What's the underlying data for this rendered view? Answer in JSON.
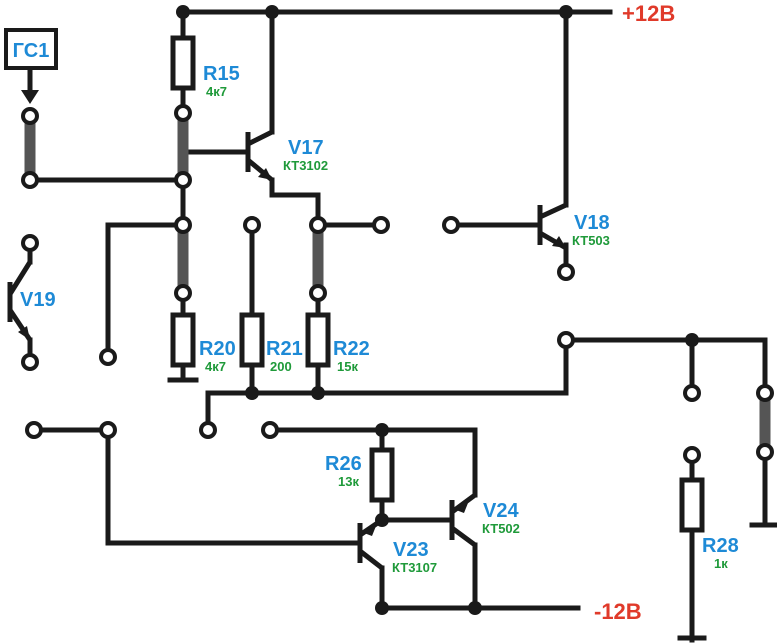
{
  "power": {
    "positive": "+12В",
    "negative": "-12В"
  },
  "generator": {
    "label": "ГС1"
  },
  "resistors": [
    {
      "ref": "R15",
      "value": "4к7"
    },
    {
      "ref": "R20",
      "value": "4к7"
    },
    {
      "ref": "R21",
      "value": "200"
    },
    {
      "ref": "R22",
      "value": "15к"
    },
    {
      "ref": "R26",
      "value": "13к"
    },
    {
      "ref": "R28",
      "value": "1к"
    }
  ],
  "transistors": [
    {
      "ref": "V17",
      "type": "КТ3102"
    },
    {
      "ref": "V18",
      "type": "КТ503"
    },
    {
      "ref": "V19",
      "type": ""
    },
    {
      "ref": "V23",
      "type": "КТ3107"
    },
    {
      "ref": "V24",
      "type": "КТ502"
    }
  ],
  "colors": {
    "wire": "#1a1a1a",
    "jumper": "#555555",
    "designator": "#1e8ad6",
    "value": "#1f9a3a",
    "supply": "#e03a2a"
  }
}
